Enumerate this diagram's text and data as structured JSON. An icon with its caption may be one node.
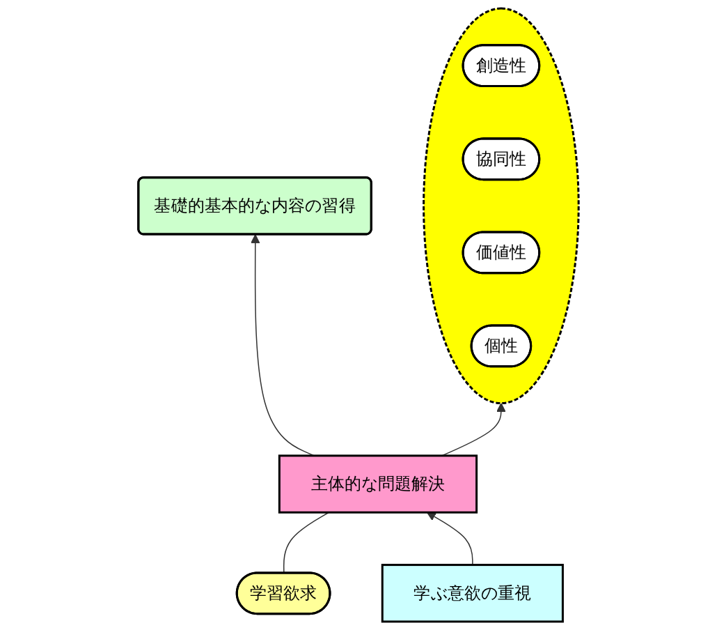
{
  "diagram": {
    "nodes": [
      {
        "text": [],
        "shape": "ellipse"
      },
      {
        "text": [
          "創造性"
        ],
        "in": 0
      },
      {
        "text": [
          "協同性"
        ],
        "in": 0
      },
      {
        "text": [
          "価値性"
        ],
        "in": 0
      },
      {
        "text": [
          "個性"
        ],
        "in": 0
      },
      {
        "text": [
          "学ぶ意欲の重視"
        ]
      },
      {
        "text": [
          "主体的な問題解決"
        ]
      },
      {
        "text": [
          "基礎的基本的な内容の習得"
        ]
      },
      {
        "text": [
          "学習欲求"
        ]
      }
    ],
    "edges": [
      {
        "from": 8,
        "to": 6,
        "arrow": "none"
      },
      {
        "from": 5,
        "to": 6,
        "arrow": "to"
      },
      {
        "from": 6,
        "to": 0,
        "arrow": "to"
      },
      {
        "from": 6,
        "to": 7,
        "arrow": "to"
      }
    ]
  }
}
